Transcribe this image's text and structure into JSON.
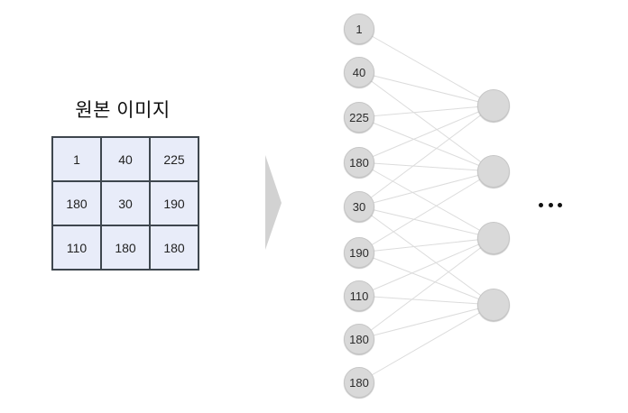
{
  "title": "원본 이미지",
  "grid": {
    "rows": [
      [
        "1",
        "40",
        "225"
      ],
      [
        "180",
        "30",
        "190"
      ],
      [
        "110",
        "180",
        "180"
      ]
    ]
  },
  "input_nodes": [
    "1",
    "40",
    "225",
    "180",
    "30",
    "190",
    "110",
    "180",
    "180"
  ],
  "hidden_node_count": 4,
  "ellipsis": "...",
  "connections": [
    [
      0,
      0
    ],
    [
      1,
      0
    ],
    [
      2,
      0
    ],
    [
      3,
      0
    ],
    [
      4,
      0
    ],
    [
      1,
      1
    ],
    [
      2,
      1
    ],
    [
      3,
      1
    ],
    [
      4,
      1
    ],
    [
      5,
      1
    ],
    [
      3,
      2
    ],
    [
      4,
      2
    ],
    [
      5,
      2
    ],
    [
      6,
      2
    ],
    [
      7,
      2
    ],
    [
      4,
      3
    ],
    [
      5,
      3
    ],
    [
      6,
      3
    ],
    [
      7,
      3
    ],
    [
      8,
      3
    ]
  ],
  "colors": {
    "node_fill": "#d9d9d9",
    "connection_line": "#dcdcdc",
    "cell_fill": "#e8ecf9",
    "grid_border": "#3e464e",
    "arrow": "#d2d2d2"
  }
}
